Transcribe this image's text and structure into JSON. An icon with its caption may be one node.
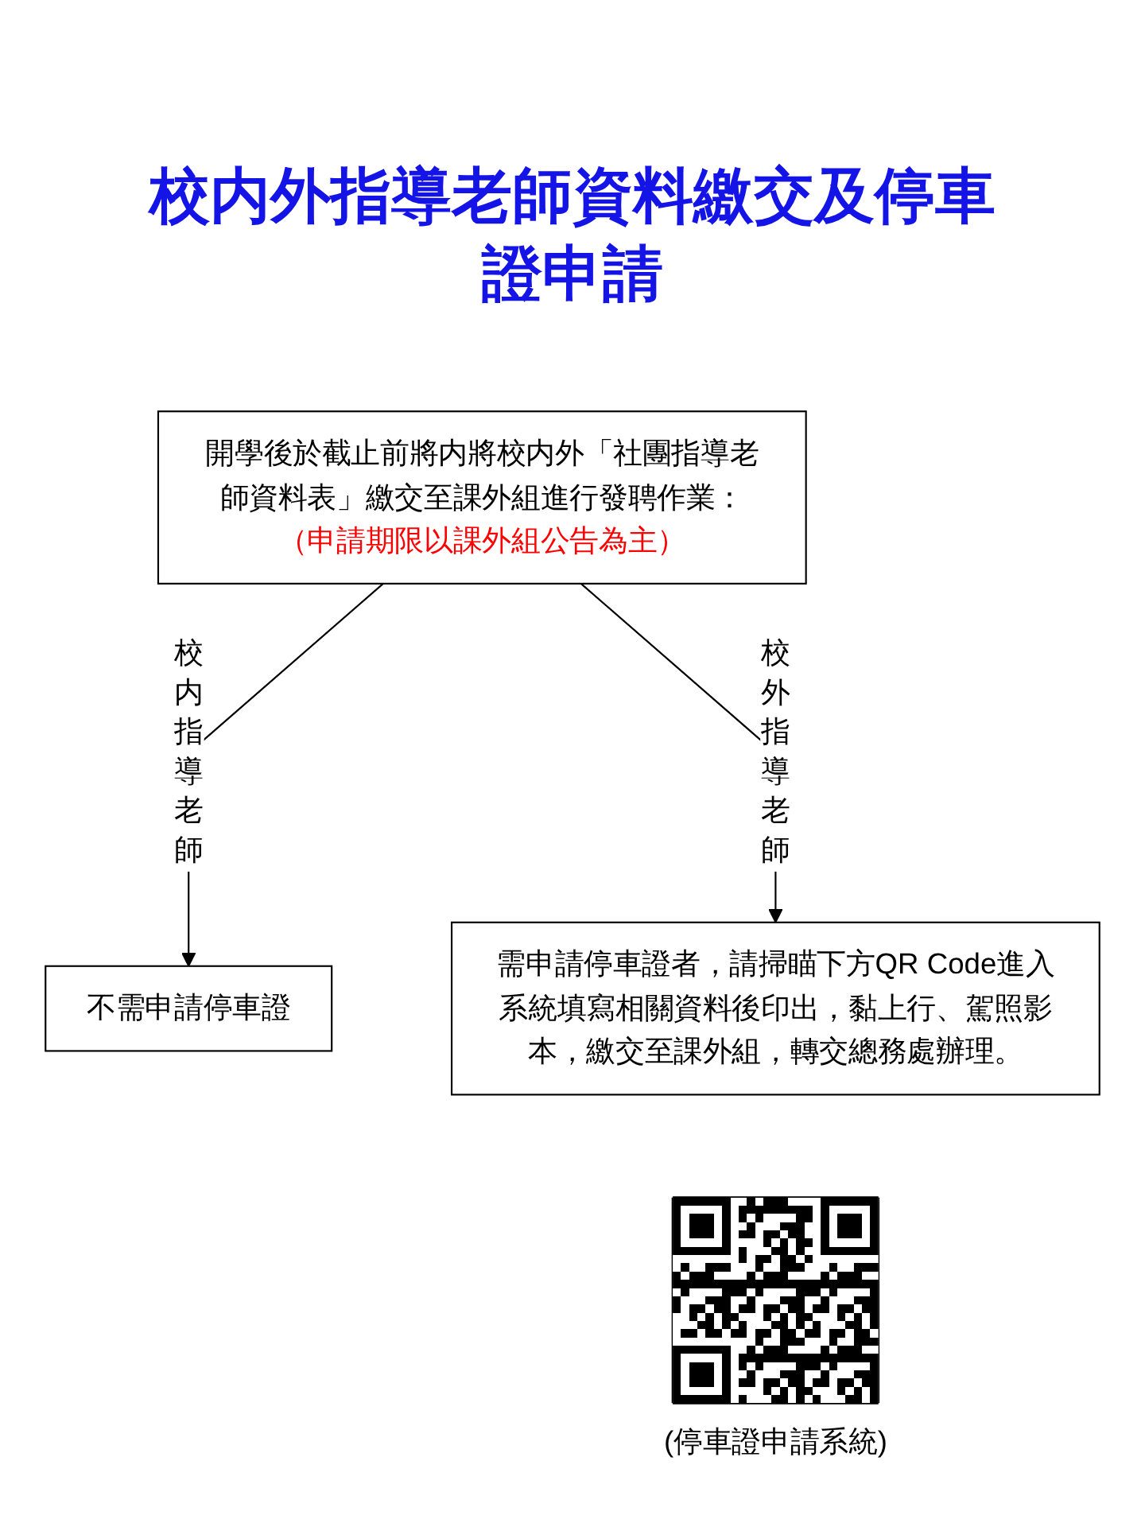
{
  "diagram": {
    "title": "校内外指導老師資料繳交及停車證申請",
    "nodes": [
      {
        "text": [
          "開學後於截止前將内將校内外「社團指導老師資料表」繳交至課外組進行發聘作業：",
          "（申請期限以課外組公告為主）"
        ]
      },
      {
        "text": [
          "不需申請停車證"
        ]
      },
      {
        "text": [
          "需申請停車證者，請掃瞄下方QR Code進入系統填寫相關資料後印出，黏上行、駕照影本，繳交至課外組，轉交總務處辦理。"
        ]
      },
      {
        "text": [],
        "shape": "picture",
        "beside": [
          "(停車證申請系統)"
        ]
      }
    ],
    "edges": [
      {
        "from": 0,
        "to": 1,
        "arrow": "to",
        "label": "校内指導老師"
      },
      {
        "from": 0,
        "to": 2,
        "arrow": "to",
        "label": "校外指導老師"
      }
    ]
  }
}
